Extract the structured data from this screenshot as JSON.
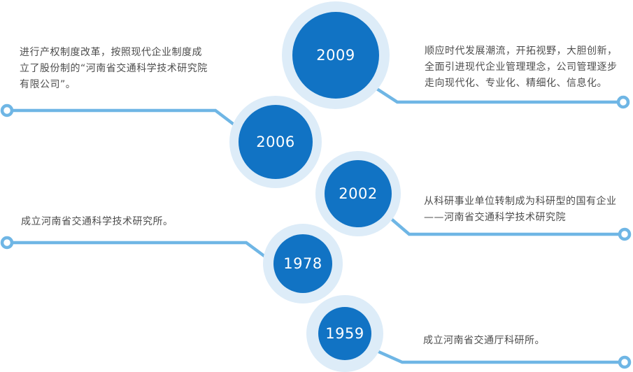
{
  "colors": {
    "circle_fill": "#1173c4",
    "circle_ring": "#ddecf8",
    "connector_line": "#6fb6e5",
    "note_text": "#4d4d4d",
    "year_text": "#ffffff"
  },
  "milestones": [
    {
      "year": "2009",
      "lines": [
        "顺应时代发展潮流，开拓视野，大胆创新，",
        "全面引进现代企业管理理念，公司管理逐步",
        "走向现代化、专业化、精细化、信息化。"
      ]
    },
    {
      "year": "2006",
      "lines": [
        "进行产权制度改革，按照现代企业制度成",
        "立了股份制的“河南省交通科学技术研究院",
        "有限公司”。"
      ]
    },
    {
      "year": "2002",
      "lines": [
        "从科研事业单位转制成为科研型的国有企业",
        "——河南省交通科学技术研究院"
      ]
    },
    {
      "year": "1978",
      "lines": [
        "成立河南省交通科学技术研究所。"
      ]
    },
    {
      "year": "1959",
      "lines": [
        "成立河南省交通厅科研所。"
      ]
    }
  ]
}
